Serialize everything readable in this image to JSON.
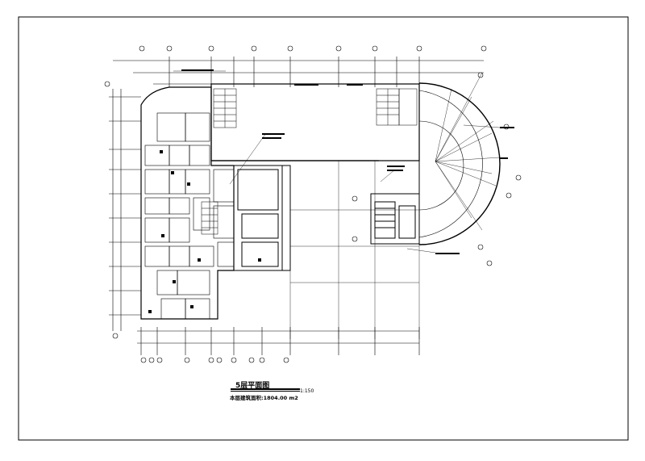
{
  "drawing": {
    "title": "5层平面图",
    "scale": "1:150",
    "area_note": "本层建筑面积:1804.00 m2"
  }
}
